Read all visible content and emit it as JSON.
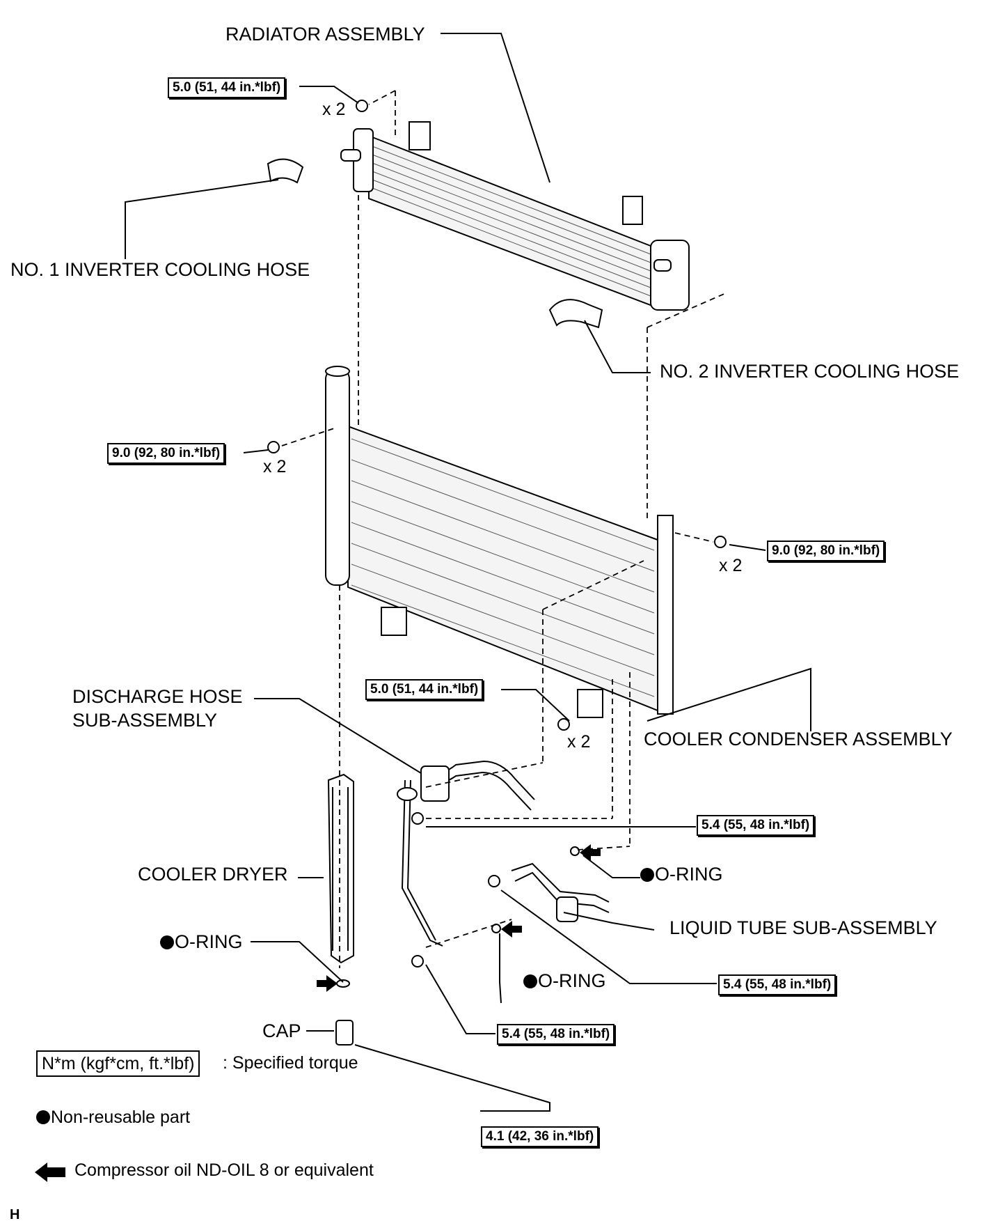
{
  "labels": {
    "radiator": "RADIATOR ASSEMBLY",
    "hose1": "NO. 1 INVERTER COOLING HOSE",
    "hose2": "NO. 2 INVERTER COOLING HOSE",
    "discharge_line1": "DISCHARGE HOSE",
    "discharge_line2": "SUB-ASSEMBLY",
    "condenser": "COOLER CONDENSER ASSEMBLY",
    "dryer": "COOLER DRYER",
    "oring": "O-RING",
    "liquid_tube": "LIQUID TUBE SUB-ASSEMBLY",
    "cap": "CAP"
  },
  "torques": {
    "t_5_0": "5.0 (51, 44 in.*lbf)",
    "t_9_0": "9.0 (92, 80 in.*lbf)",
    "t_5_4": "5.4 (55, 48 in.*lbf)",
    "t_4_1": "4.1 (42, 36 in.*lbf)"
  },
  "multiplier": "x 2",
  "legend": {
    "torque_box": "N*m (kgf*cm, ft.*lbf)",
    "torque_desc": ": Specified torque",
    "non_reusable": "Non-reusable part",
    "oil": "Compressor oil ND-OIL 8 or equivalent"
  },
  "figure_id": "H"
}
